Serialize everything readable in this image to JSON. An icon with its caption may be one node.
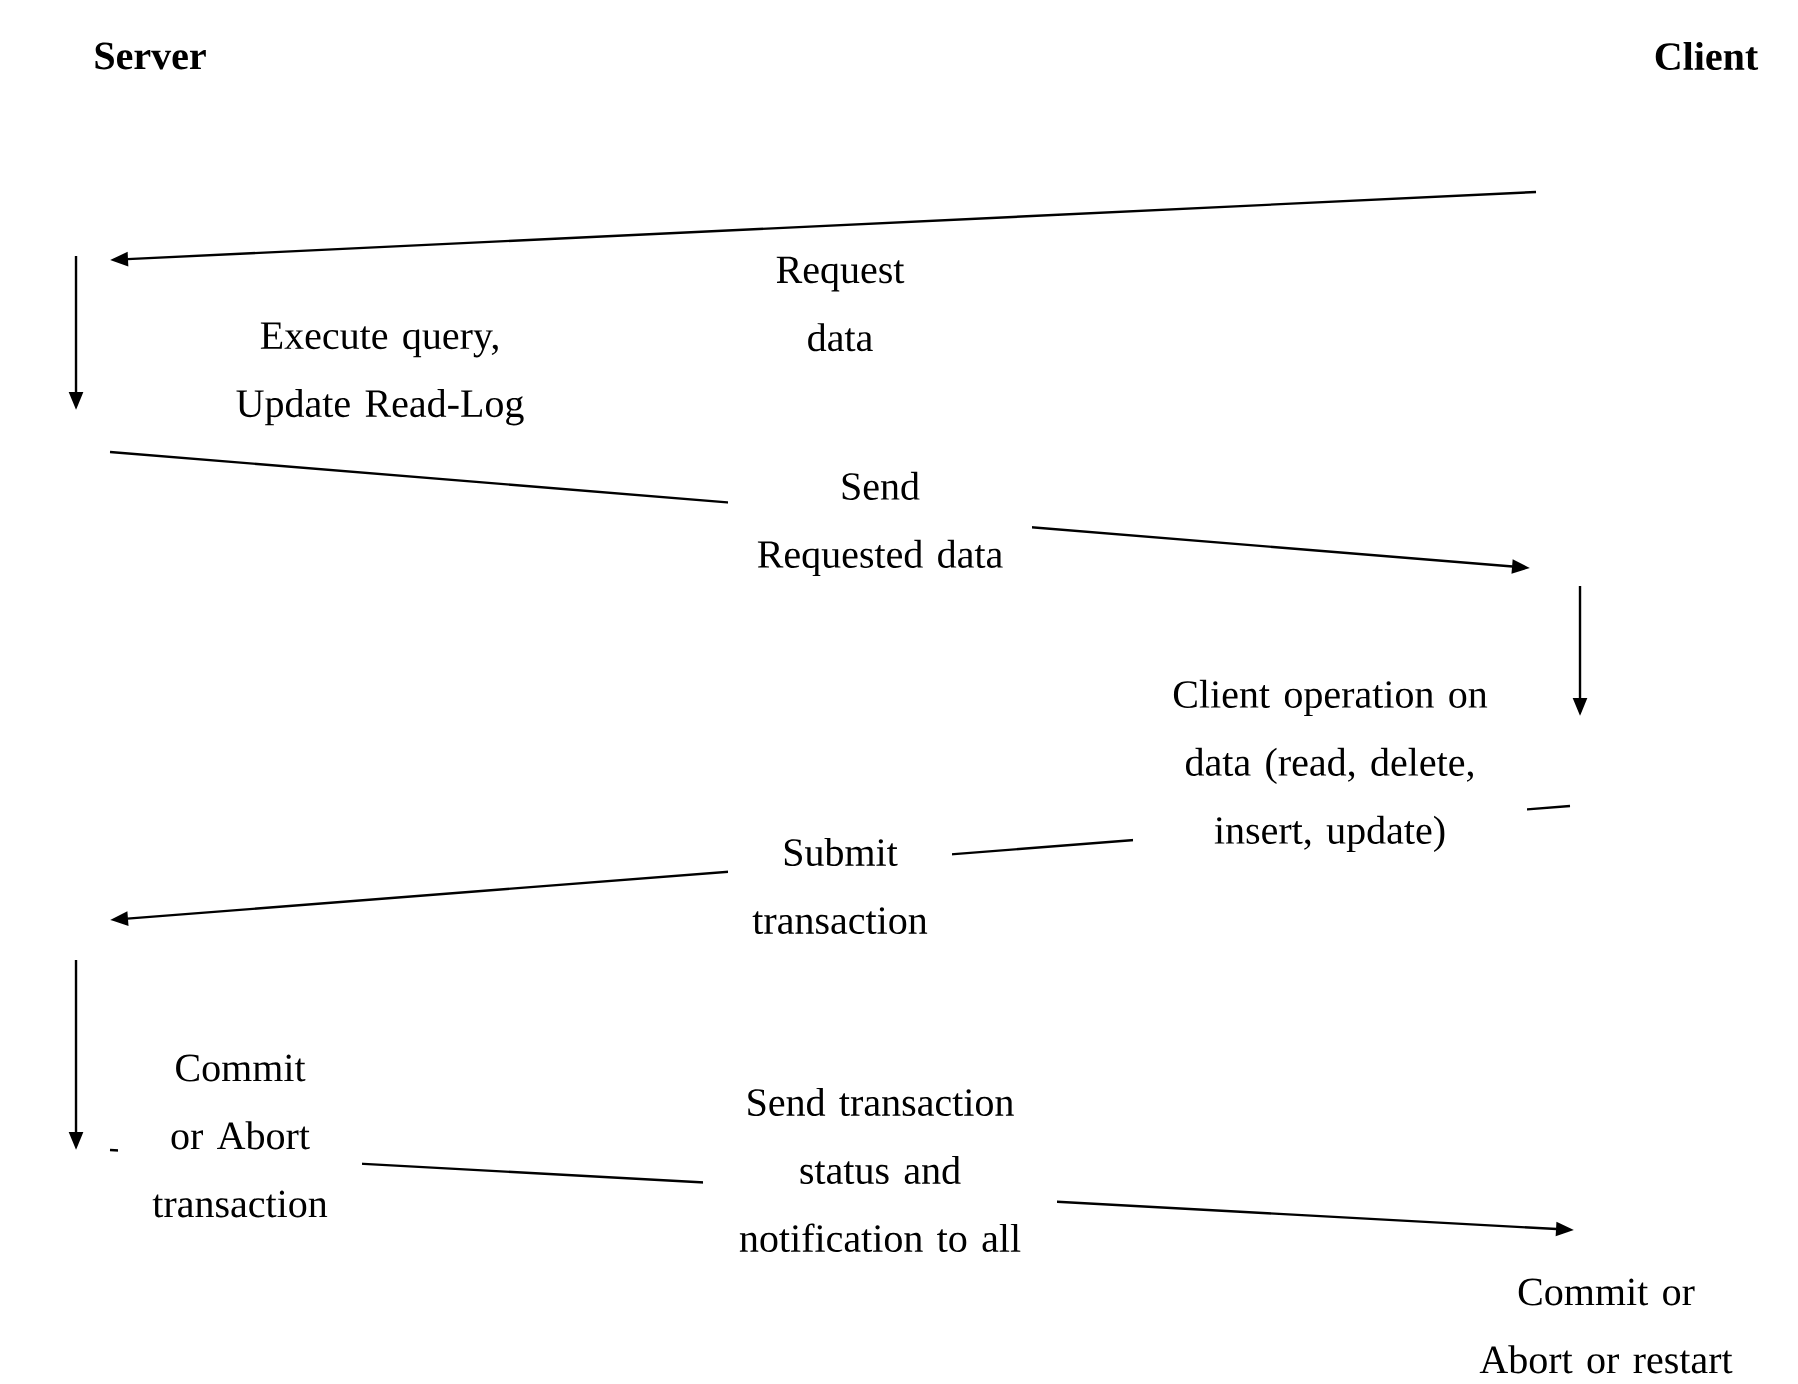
{
  "diagram": {
    "nodes": [
      {
        "text": [
          "Server"
        ]
      },
      {
        "text": [
          "Client"
        ]
      }
    ],
    "labels": [
      "Request data",
      "Execute query, Update Read-Log",
      "Send Requested data",
      "Client operation on data (read, delete, insert, update)",
      "Submit transaction",
      "Commit or Abort transaction",
      "Send transaction status and notification to all",
      "Commit or Abort or restart"
    ]
  }
}
